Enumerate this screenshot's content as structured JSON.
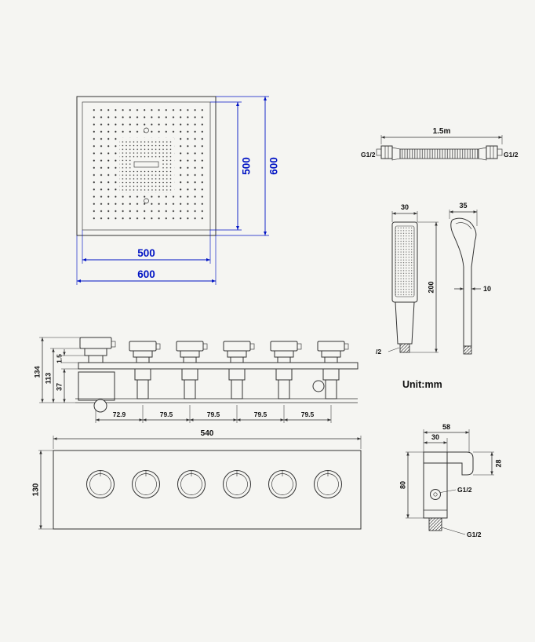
{
  "colors": {
    "dimension_blue": "#0013c4",
    "drawing_line": "#333333",
    "background": "#f5f5f2"
  },
  "shower_head": {
    "dim_inner_vertical": "500",
    "dim_outer_vertical": "600",
    "dim_inner_horizontal": "500",
    "dim_outer_horizontal": "600"
  },
  "hose": {
    "length_label": "1.5m",
    "thread_left": "G1/2",
    "thread_right": "G1/2"
  },
  "hand_shower": {
    "front_width": "30",
    "length": "200",
    "thread": "/2",
    "side_width": "35",
    "handle_thickness": "10"
  },
  "unit_note": "Unit:mm",
  "valve_side": {
    "total_height": "134",
    "body_height": "113",
    "gap": "1.5",
    "lower_height": "37",
    "spacings": [
      "72.9",
      "79.5",
      "79.5",
      "79.5",
      "79.5"
    ]
  },
  "valve_front": {
    "width": "540",
    "height": "130"
  },
  "outlet_bracket": {
    "top_width": "58",
    "body_width": "30",
    "hook_height": "28",
    "body_height": "80",
    "thread_side": "G1/2",
    "thread_bottom": "G1/2"
  }
}
